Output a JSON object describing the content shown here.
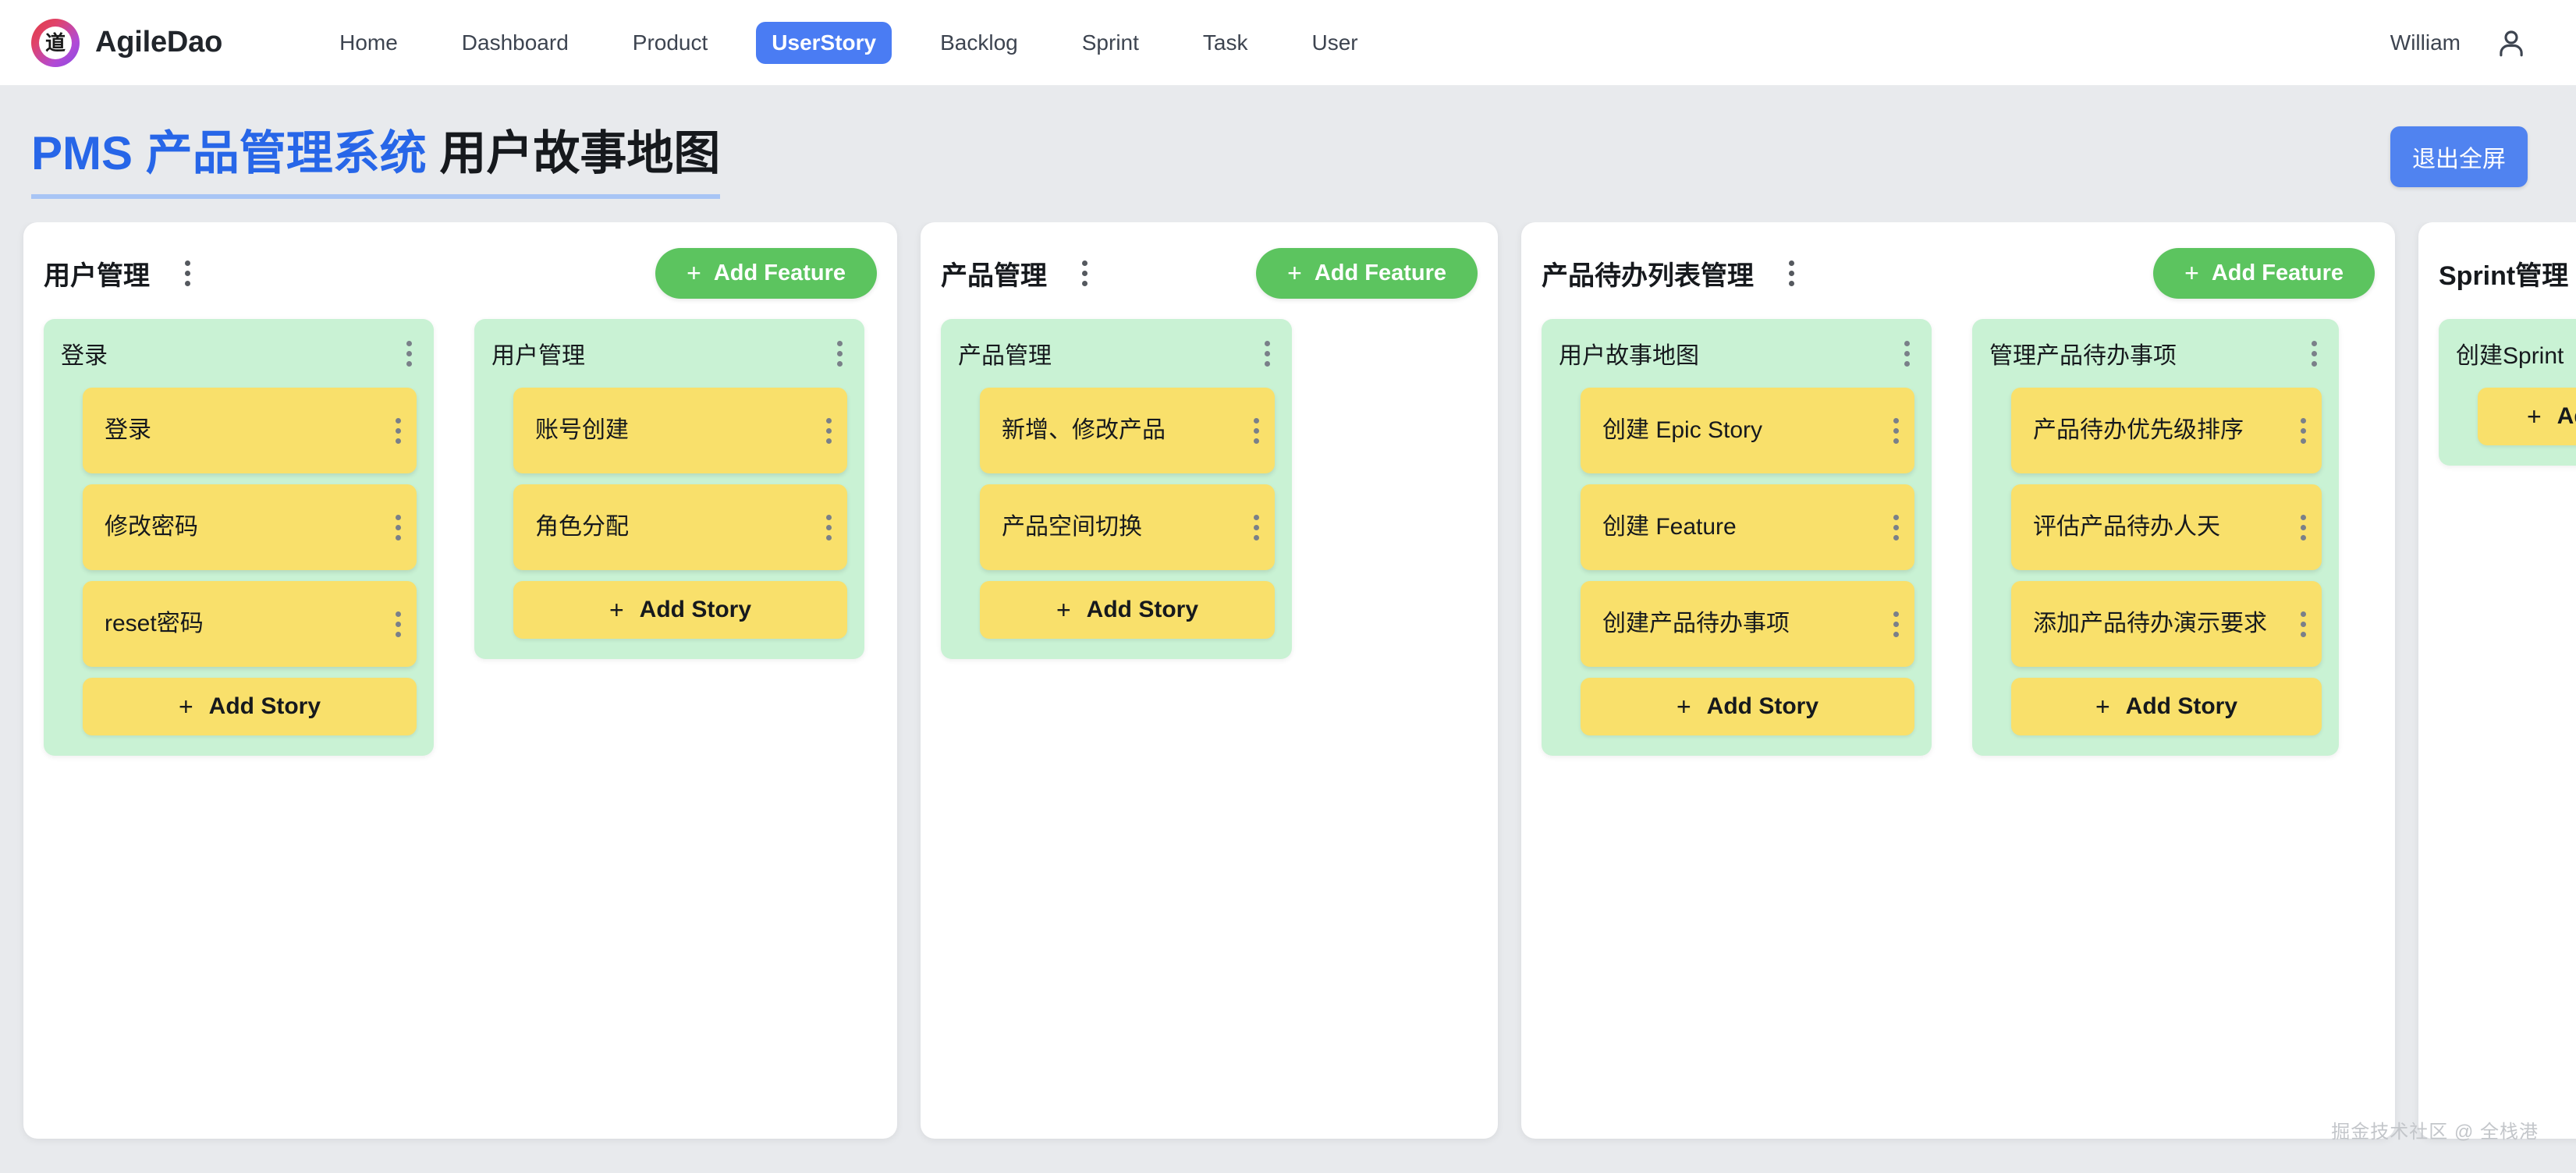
{
  "navbar": {
    "logo_glyph": "道",
    "brand": "AgileDao",
    "links": [
      {
        "label": "Home",
        "active": false
      },
      {
        "label": "Dashboard",
        "active": false
      },
      {
        "label": "Product",
        "active": false
      },
      {
        "label": "UserStory",
        "active": true
      },
      {
        "label": "Backlog",
        "active": false
      },
      {
        "label": "Sprint",
        "active": false
      },
      {
        "label": "Task",
        "active": false
      },
      {
        "label": "User",
        "active": false
      }
    ],
    "user_name": "William"
  },
  "header": {
    "title_accent": "PMS 产品管理系统",
    "title_rest": " 用户故事地图",
    "fullscreen_label": "退出全屏"
  },
  "labels": {
    "add_feature": "Add Feature",
    "add_story": "Add Story",
    "plus": "+"
  },
  "colors": {
    "accent_blue": "#4a7cf3",
    "fullscreen_blue": "#5083f0",
    "feature_green": "#5cc45f",
    "feature_card_green": "#c9f2d4",
    "story_yellow": "#f9e06b",
    "page_bg": "#e8eaed",
    "title_blue": "#2766e8"
  },
  "board": {
    "epics": [
      {
        "title": "用户管理",
        "features": [
          {
            "title": "登录",
            "stories": [
              "登录",
              "修改密码",
              "reset密码"
            ]
          },
          {
            "title": "用户管理",
            "stories": [
              "账号创建",
              "角色分配"
            ]
          }
        ]
      },
      {
        "title": "产品管理",
        "features": [
          {
            "title": "产品管理",
            "stories": [
              "新增、修改产品",
              "产品空间切换"
            ]
          }
        ]
      },
      {
        "title": "产品待办列表管理",
        "features": [
          {
            "title": "用户故事地图",
            "stories": [
              "创建 Epic Story",
              "创建 Feature",
              "创建产品待办事项"
            ]
          },
          {
            "title": "管理产品待办事项",
            "stories": [
              "产品待办优先级排序",
              "评估产品待办人天",
              "添加产品待办演示要求"
            ]
          }
        ]
      },
      {
        "title": "Sprint管理",
        "features": [
          {
            "title": "创建Sprint",
            "stories": []
          }
        ]
      }
    ]
  },
  "watermark": "掘金技术社区 @ 全栈港"
}
